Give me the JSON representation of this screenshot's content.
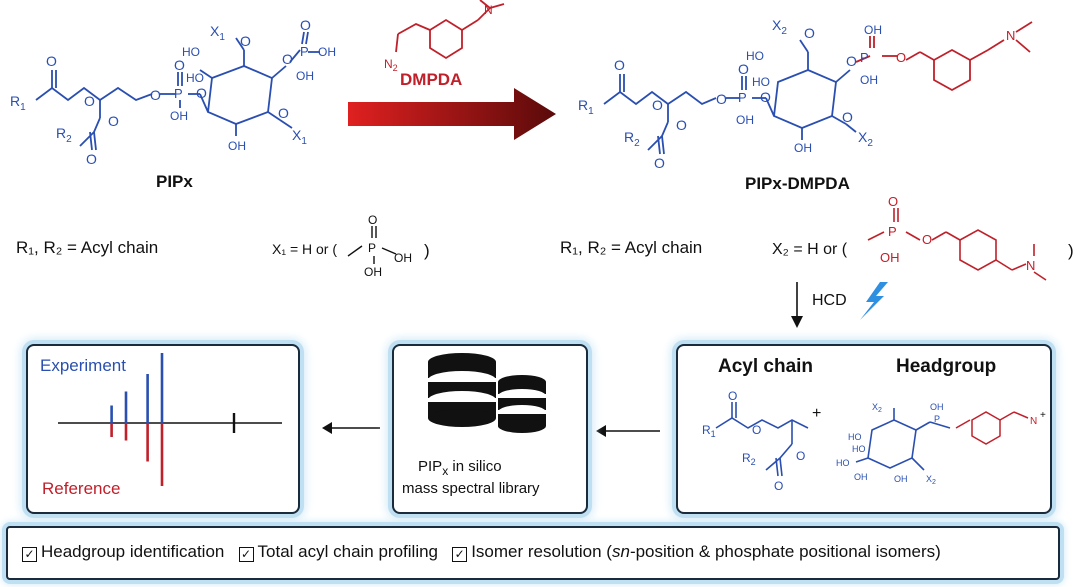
{
  "reaction": {
    "left_label": "PIPx",
    "right_label": "PIPx-DMPDA",
    "reagent": "DMPDA",
    "left_legend": "R₁, R₂ = Acyl chain",
    "right_legend": "R₁, R₂ = Acyl chain",
    "x1_def": "X₁ = H or (",
    "x2_def": "X₂ = H or (",
    "hcd": "HCD"
  },
  "panels": {
    "fragments": {
      "acyl": "Acyl chain",
      "headgroup": "Headgroup"
    },
    "library": {
      "line1": "PIP",
      "sub": "x",
      "line1b": " in silico",
      "line2": "mass spectral library"
    },
    "spectrum": {
      "experiment": "Experiment",
      "reference": "Reference"
    }
  },
  "features": {
    "item1": "Headgroup identification",
    "item2": "Total acyl chain profiling",
    "item3_pre": "Isomer resolution (",
    "item3_em": "sn",
    "item3_post": "-position & phosphate positional isomers)"
  },
  "colors": {
    "blue": "#2a4fb0",
    "red": "#c0202a",
    "glow": "#bfe0f2"
  },
  "chart_data": {
    "type": "bar",
    "series": [
      {
        "name": "Experiment",
        "values": [
          0.25,
          0.45,
          0.7,
          1.0
        ]
      },
      {
        "name": "Reference",
        "values": [
          -0.2,
          -0.25,
          -0.55,
          -0.9
        ]
      }
    ],
    "x": [
      0.3,
      0.5,
      0.8,
      1.0
    ]
  }
}
